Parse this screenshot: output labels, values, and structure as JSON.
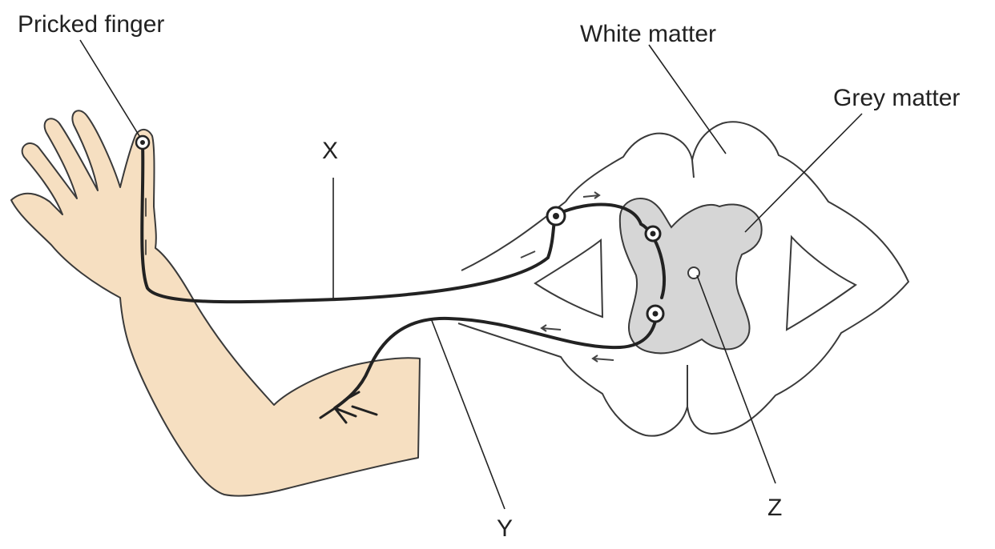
{
  "labels": {
    "pricked_finger": "Pricked finger",
    "white_matter": "White matter",
    "grey_matter": "Grey matter",
    "x": "X",
    "y": "Y",
    "z": "Z"
  },
  "colors": {
    "skin": "#f6dfc1",
    "grey_matter": "#d6d6d6",
    "line": "#222222",
    "background": "#ffffff"
  }
}
